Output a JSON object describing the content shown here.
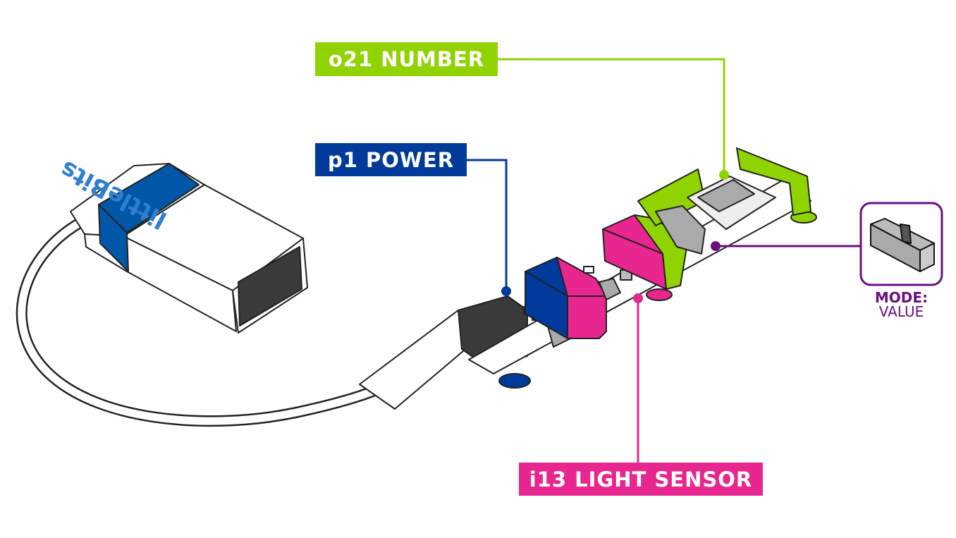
{
  "labels": {
    "number": {
      "text": "o21 NUMBER",
      "color": "#91d300"
    },
    "power": {
      "text": "p1 POWER",
      "color": "#003a9b"
    },
    "light_sensor": {
      "text": "i13 LIGHT SENSOR",
      "color": "#e8268f"
    }
  },
  "mode": {
    "title": "MODE:",
    "value": "VALUE",
    "color": "#6a0f7f",
    "icon": "slide-switch-icon"
  },
  "battery": {
    "logo_text": "littleBits",
    "band_color": "#0057a8"
  }
}
